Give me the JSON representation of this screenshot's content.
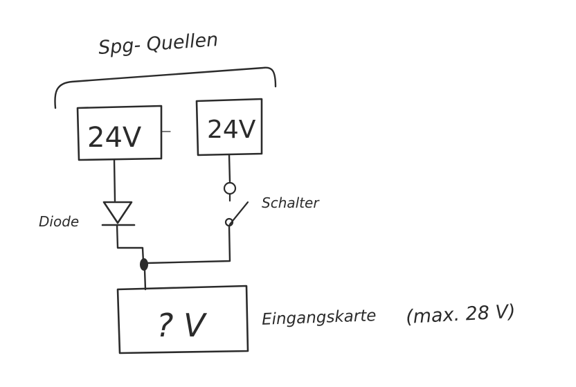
{
  "header": {
    "label": "Spg- Quellen"
  },
  "sources": {
    "left_value": "24V",
    "right_value": "24V"
  },
  "components": {
    "diode_label": "Diode",
    "switch_label": "Schalter"
  },
  "input_card": {
    "value": "? V",
    "label": "Eingangskarte",
    "note": "(max. 28 V)"
  },
  "colors": {
    "ink": "#2b2b2b",
    "paper": "#ffffff"
  }
}
